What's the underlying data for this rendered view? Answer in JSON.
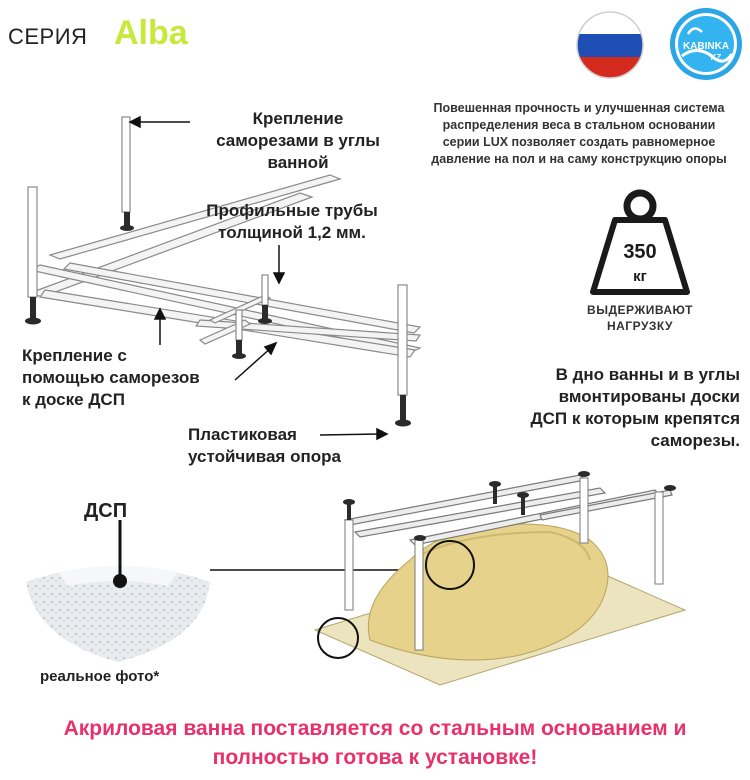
{
  "header": {
    "series_label": "СЕРИЯ",
    "series_name": "Alba"
  },
  "logo": {
    "text_line1": "KABINKA",
    "text_line2": "KZ"
  },
  "callouts": {
    "corner_screws": [
      "Крепление",
      "саморезами в углы",
      "ванной"
    ],
    "profile_pipes": [
      "Профильные  трубы",
      "толщиной 1,2 мм."
    ],
    "board_mount": [
      "Крепление с",
      "помощью саморезов",
      "к доске ДСП"
    ],
    "plastic_support": [
      "Пластиковая",
      "устойчивая опора"
    ],
    "boards_embedded": [
      "В дно ванны и в углы",
      "вмонтированы доски",
      "ДСП к которым крепятся",
      "саморезы."
    ]
  },
  "description": [
    "Повешенная прочность и улучшенная система",
    "распределения веса в стальном основании",
    "серии LUX позволяет создать равномерное",
    "давление на пол и на саму конструкцию опоры"
  ],
  "weight": {
    "value": "350",
    "unit": "кг",
    "caption": [
      "ВЫДЕРЖИВАЮТ",
      "НАГРУЗКУ"
    ]
  },
  "photo": {
    "dsp_label": "ДСП",
    "caption": "реальное фото*"
  },
  "footer": [
    "Акриловая ванна поставляется со стальным основанием и",
    "полностью готова к установке!"
  ],
  "colors": {
    "accent_lime": "#c6e93a",
    "footer_pink": "#e8306b",
    "tub_gold": "#e6d28a",
    "flag_blue": "#1f4fb4",
    "flag_red": "#d52b1e"
  }
}
